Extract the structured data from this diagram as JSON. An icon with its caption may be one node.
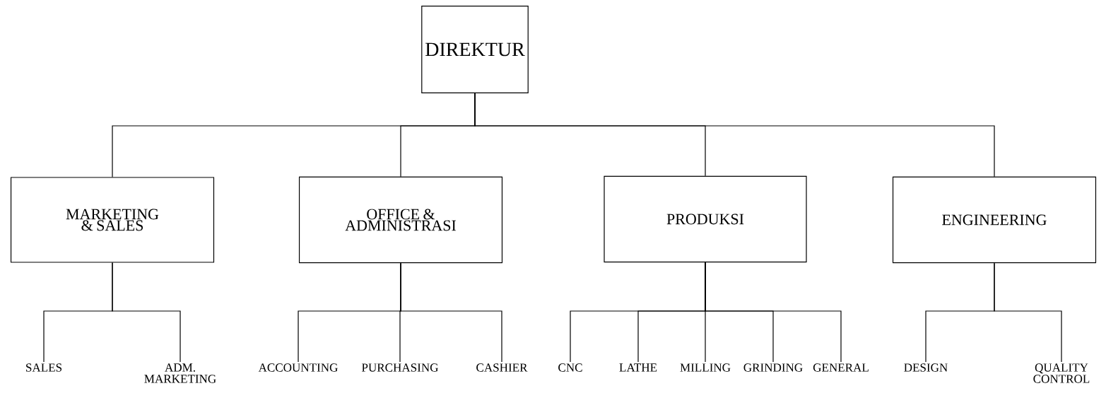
{
  "diagram": {
    "nodes": [
      {
        "text": [
          "DIREKTUR"
        ]
      },
      {
        "text": [
          "MARKETING & SALES"
        ]
      },
      {
        "text": [
          "OFFICE & ADMINISTRASI"
        ]
      },
      {
        "text": [
          "PRODUKSI"
        ]
      },
      {
        "text": [
          "ENGINEERING"
        ]
      },
      {
        "text": [
          "SALES"
        ]
      },
      {
        "text": [
          "ADM. MARKETING"
        ]
      },
      {
        "text": [
          "ACCOUNTING"
        ]
      },
      {
        "text": [
          "PURCHASING"
        ]
      },
      {
        "text": [
          "CASHIER"
        ]
      },
      {
        "text": [
          "CNC"
        ]
      },
      {
        "text": [
          "LATHE"
        ]
      },
      {
        "text": [
          "MILLING"
        ]
      },
      {
        "text": [
          "GRINDING"
        ]
      },
      {
        "text": [
          "GENERAL"
        ]
      },
      {
        "text": [
          "DESIGN"
        ]
      },
      {
        "text": [
          "QUALITY CONTROL"
        ]
      }
    ],
    "edges": [
      {
        "from": 0,
        "to": 1,
        "arrow": "none"
      },
      {
        "from": 0,
        "to": 2,
        "arrow": "none"
      },
      {
        "from": 0,
        "to": 3,
        "arrow": "none"
      },
      {
        "from": 0,
        "to": 4,
        "arrow": "none"
      },
      {
        "from": 1,
        "to": 5,
        "arrow": "none"
      },
      {
        "from": 1,
        "to": 6,
        "arrow": "none"
      },
      {
        "from": 2,
        "to": 7,
        "arrow": "none"
      },
      {
        "from": 2,
        "to": 8,
        "arrow": "none"
      },
      {
        "from": 2,
        "to": 9,
        "arrow": "none"
      },
      {
        "from": 3,
        "to": 10,
        "arrow": "none"
      },
      {
        "from": 3,
        "to": 11,
        "arrow": "none"
      },
      {
        "from": 3,
        "to": 12,
        "arrow": "none"
      },
      {
        "from": 3,
        "to": 13,
        "arrow": "none"
      },
      {
        "from": 3,
        "to": 14,
        "arrow": "none"
      },
      {
        "from": 4,
        "to": 15,
        "arrow": "none"
      },
      {
        "from": 4,
        "to": 16,
        "arrow": "none"
      }
    ]
  }
}
